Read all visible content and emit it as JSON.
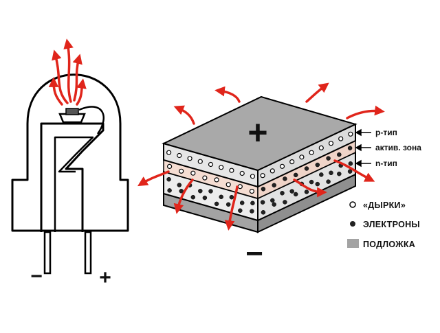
{
  "led": {
    "minus": "−",
    "plus": "+"
  },
  "chip": {
    "top_sign": "+",
    "bottom_sign": "−",
    "layer_labels": [
      "р-тип",
      "актив. зона",
      "n-тип"
    ]
  },
  "legend": {
    "holes": "«ДЫРКИ»",
    "electrons": "ЭЛЕКТРОНЫ",
    "substrate": "ПОДЛОЖКА"
  },
  "colors": {
    "arrow": "#e0251b",
    "top_face": "#a9a9a9",
    "p_layer": "#e6e6e6",
    "active_zone": "#f5ddd2",
    "n_layer": "#ececec",
    "substrate": "#a3a3a3",
    "outline": "#000000"
  }
}
